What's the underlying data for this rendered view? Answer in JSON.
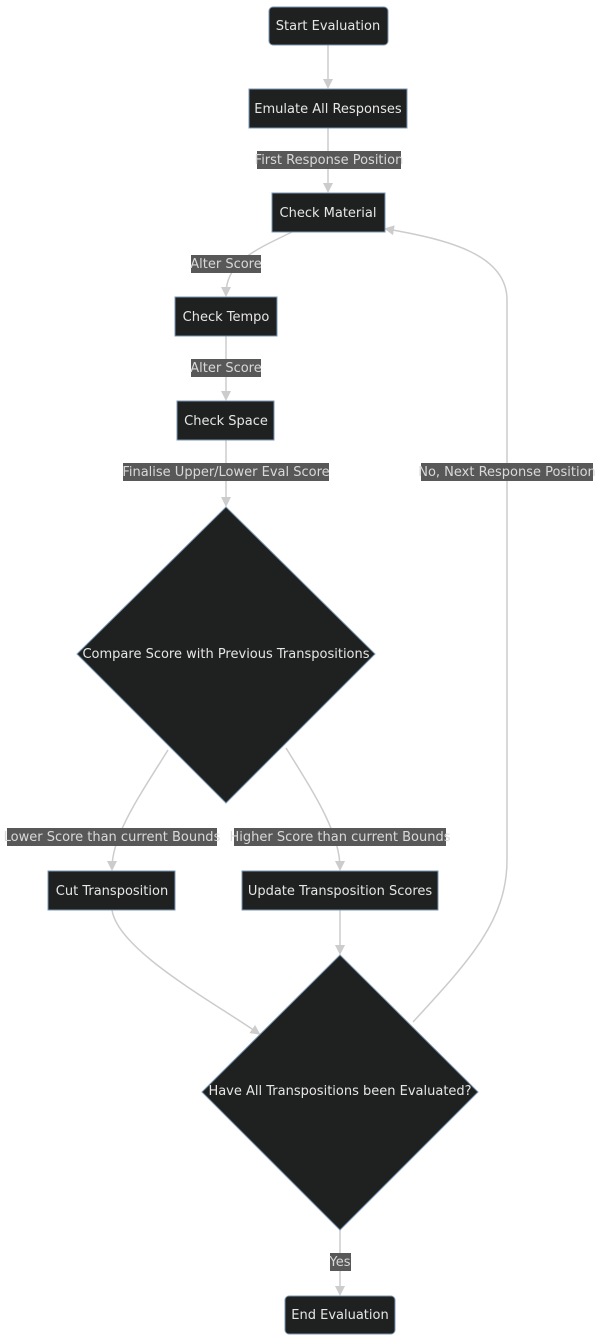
{
  "nodes": {
    "start": "Start Evaluation",
    "emulate": "Emulate All Responses",
    "material": "Check Material",
    "tempo": "Check Tempo",
    "space": "Check Space",
    "compare": "Compare Score with Previous Transpositions",
    "cut": "Cut Transposition",
    "update": "Update Transposition Scores",
    "all_evaluated": "Have All Transpositions been Evaluated?",
    "end": "End Evaluation"
  },
  "edges": {
    "first_response": "First Response Position",
    "alter_score_1": "Alter Score",
    "alter_score_2": "Alter Score",
    "finalise": "Finalise Upper/Lower Eval Score",
    "lower": "Lower Score than current Bounds",
    "higher": "Higher Score than current Bounds",
    "next_response": "No, Next Response Position",
    "yes": "Yes"
  },
  "colors": {
    "node_fill": "#1f2020",
    "node_stroke": "#7a96b3",
    "text": "#e6e6e6",
    "edge": "#cccccc",
    "label_bg": "#585858"
  }
}
